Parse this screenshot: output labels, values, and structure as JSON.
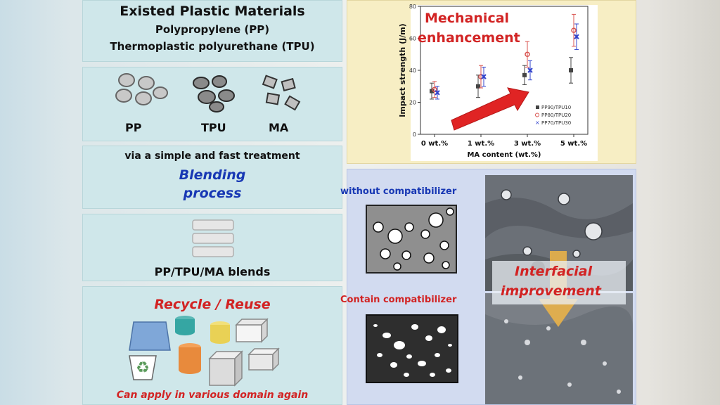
{
  "left": {
    "existed": {
      "title": "Existed Plastic Materials",
      "line1": "Polypropylene (PP)",
      "line2": "Thermoplastic polyurethane (TPU)"
    },
    "materials": {
      "pp": "PP",
      "tpu": "TPU",
      "ma": "MA"
    },
    "blending": {
      "subtitle": "via a simple and fast treatment",
      "title_line1": "Blending",
      "title_line2": "process"
    },
    "blends": {
      "label": "PP/TPU/MA blends"
    },
    "recycle": {
      "title": "Recycle / Reuse",
      "caption": "Can apply in various domain again"
    }
  },
  "chart_panel": {
    "overlay_line1": "Mechanical",
    "overlay_line2": "enhancement"
  },
  "morphology": {
    "without_label": "without compatibilizer",
    "contain_label": "Contain compatibilizer",
    "overlay_line1": "Interfacial",
    "overlay_line2": "improvement"
  },
  "colors": {
    "accent_red": "#d22323",
    "accent_blue": "#1838b4",
    "panel_bg": "#cfe7ea"
  },
  "chart_data": {
    "type": "scatter",
    "categories": [
      "0 wt.%",
      "1 wt.%",
      "3 wt.%",
      "5 wt.%"
    ],
    "xlabel": "MA content (wt.%)",
    "ylabel": "Impact strength (J/m)",
    "ylim": [
      0,
      80
    ],
    "yticks": [
      0,
      20,
      40,
      60,
      80
    ],
    "legend_position": "bottom-right",
    "series": [
      {
        "name": "PP90/TPU10",
        "color": "#444444",
        "marker": "square",
        "values": [
          27,
          30,
          37,
          40
        ],
        "errors": [
          5,
          7,
          6,
          8
        ]
      },
      {
        "name": "PP80/TPU20",
        "color": "#d9534f",
        "marker": "circle",
        "values": [
          28,
          36,
          50,
          65
        ],
        "errors": [
          5,
          7,
          8,
          10
        ]
      },
      {
        "name": "PP70/TPU30",
        "color": "#3344cc",
        "marker": "x",
        "values": [
          26,
          36,
          40,
          61
        ],
        "errors": [
          4,
          6,
          6,
          8
        ]
      }
    ]
  }
}
